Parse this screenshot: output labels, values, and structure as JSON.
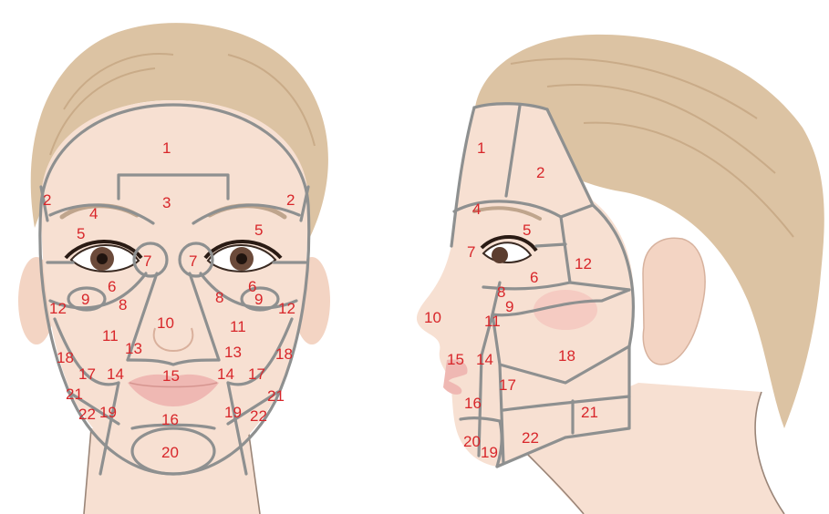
{
  "colors": {
    "skin": "#f7e0d2",
    "skin_shadow": "#edc9b6",
    "hair": "#dcc3a3",
    "hair_dark": "#c9ab88",
    "zone_line": "#8e9090",
    "label": "#d8262a",
    "lips": "#efb8b3",
    "cheek_blush": "#f3bdb8"
  },
  "front_labels": [
    {
      "id": "front-zone-1",
      "text": "1"
    },
    {
      "id": "front-zone-2-left",
      "text": "2"
    },
    {
      "id": "front-zone-2-right",
      "text": "2"
    },
    {
      "id": "front-zone-3",
      "text": "3"
    },
    {
      "id": "front-zone-4",
      "text": "4"
    },
    {
      "id": "front-zone-5-left",
      "text": "5"
    },
    {
      "id": "front-zone-5-right",
      "text": "5"
    },
    {
      "id": "front-zone-7-left",
      "text": "7"
    },
    {
      "id": "front-zone-7-right",
      "text": "7"
    },
    {
      "id": "front-zone-6-left",
      "text": "6"
    },
    {
      "id": "front-zone-6-right",
      "text": "6"
    },
    {
      "id": "front-zone-9-left",
      "text": "9"
    },
    {
      "id": "front-zone-9-right",
      "text": "9"
    },
    {
      "id": "front-zone-8-left",
      "text": "8"
    },
    {
      "id": "front-zone-8-right",
      "text": "8"
    },
    {
      "id": "front-zone-12-left",
      "text": "12"
    },
    {
      "id": "front-zone-12-right",
      "text": "12"
    },
    {
      "id": "front-zone-10",
      "text": "10"
    },
    {
      "id": "front-zone-11-left",
      "text": "11"
    },
    {
      "id": "front-zone-11-right",
      "text": "11"
    },
    {
      "id": "front-zone-13-left",
      "text": "13"
    },
    {
      "id": "front-zone-13-right",
      "text": "13"
    },
    {
      "id": "front-zone-18-left",
      "text": "18"
    },
    {
      "id": "front-zone-18-right",
      "text": "18"
    },
    {
      "id": "front-zone-17-left",
      "text": "17"
    },
    {
      "id": "front-zone-17-right",
      "text": "17"
    },
    {
      "id": "front-zone-14-left",
      "text": "14"
    },
    {
      "id": "front-zone-14-right",
      "text": "14"
    },
    {
      "id": "front-zone-15",
      "text": "15"
    },
    {
      "id": "front-zone-21-left",
      "text": "21"
    },
    {
      "id": "front-zone-21-right",
      "text": "21"
    },
    {
      "id": "front-zone-22-left",
      "text": "22"
    },
    {
      "id": "front-zone-22-right",
      "text": "22"
    },
    {
      "id": "front-zone-19-left",
      "text": "19"
    },
    {
      "id": "front-zone-19-right",
      "text": "19"
    },
    {
      "id": "front-zone-16",
      "text": "16"
    },
    {
      "id": "front-zone-20",
      "text": "20"
    }
  ],
  "side_labels": [
    {
      "id": "side-zone-1",
      "text": "1"
    },
    {
      "id": "side-zone-2",
      "text": "2"
    },
    {
      "id": "side-zone-4",
      "text": "4"
    },
    {
      "id": "side-zone-5",
      "text": "5"
    },
    {
      "id": "side-zone-7",
      "text": "7"
    },
    {
      "id": "side-zone-12",
      "text": "12"
    },
    {
      "id": "side-zone-6",
      "text": "6"
    },
    {
      "id": "side-zone-8",
      "text": "8"
    },
    {
      "id": "side-zone-9",
      "text": "9"
    },
    {
      "id": "side-zone-10",
      "text": "10"
    },
    {
      "id": "side-zone-11",
      "text": "11"
    },
    {
      "id": "side-zone-18",
      "text": "18"
    },
    {
      "id": "side-zone-15",
      "text": "15"
    },
    {
      "id": "side-zone-14",
      "text": "14"
    },
    {
      "id": "side-zone-17",
      "text": "17"
    },
    {
      "id": "side-zone-16",
      "text": "16"
    },
    {
      "id": "side-zone-21",
      "text": "21"
    },
    {
      "id": "side-zone-22",
      "text": "22"
    },
    {
      "id": "side-zone-20",
      "text": "20"
    },
    {
      "id": "side-zone-19",
      "text": "19"
    }
  ]
}
